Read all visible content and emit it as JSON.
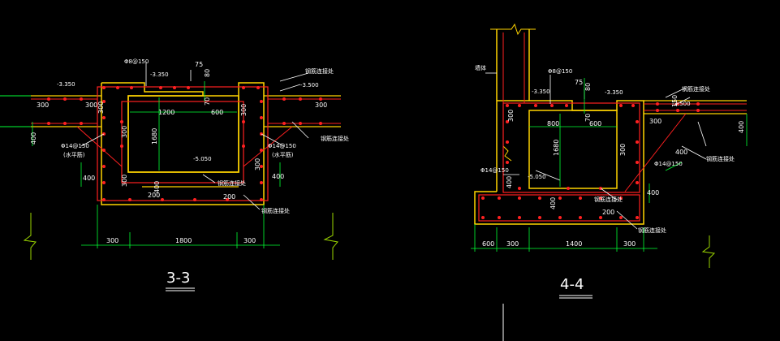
{
  "colors": {
    "background": "#000000",
    "outline": "#ffd400",
    "rebar": "#ff2020",
    "leader": "#ffffff",
    "dimension": "#00ff33",
    "centerline": "#9ad400",
    "title": "#ffffff"
  },
  "section_3_3": {
    "title": "3-3",
    "elevations": [
      "-3.350",
      "-3.350",
      "-3.500",
      "-5.050"
    ],
    "rebar_callouts": [
      "Φ8@150",
      "Φ14@150",
      "Φ14@150"
    ],
    "anchor_notes": [
      "(水平筋)",
      "(水平筋)"
    ],
    "annotation_labels": [
      "钢筋连接处",
      "钢筋连接处",
      "钢筋连接处",
      "钢筋连接处"
    ],
    "dims_top": [
      "75",
      "80",
      "70"
    ],
    "dims_inner": [
      "1200",
      "600",
      "1680",
      "400"
    ],
    "dims_wall": [
      "300",
      "300",
      "300",
      "300",
      "300",
      "300",
      "400",
      "400",
      "400",
      "200",
      "200",
      "300",
      "300"
    ],
    "dims_bottom": [
      "300",
      "1800",
      "300"
    ]
  },
  "section_4_4": {
    "title": "4-4",
    "elevations": [
      "-3.350",
      "-3.350",
      "-3.500",
      "-5.050"
    ],
    "rebar_callouts": [
      "Φ8@150",
      "Φ14@150",
      "Φ14@150"
    ],
    "wall_label": "墙体",
    "annotation_labels": [
      "钢筋连接处",
      "钢筋连接处",
      "钢筋连接处",
      "钢筋连接处"
    ],
    "dims_top": [
      "75",
      "80",
      "70"
    ],
    "dims_inner": [
      "800",
      "600",
      "1680",
      "400"
    ],
    "dims_wall": [
      "300",
      "300",
      "300",
      "400",
      "400",
      "400",
      "200",
      "150"
    ],
    "dims_bottom": [
      "600",
      "300",
      "1400",
      "300"
    ],
    "dims_side": [
      "400"
    ]
  }
}
